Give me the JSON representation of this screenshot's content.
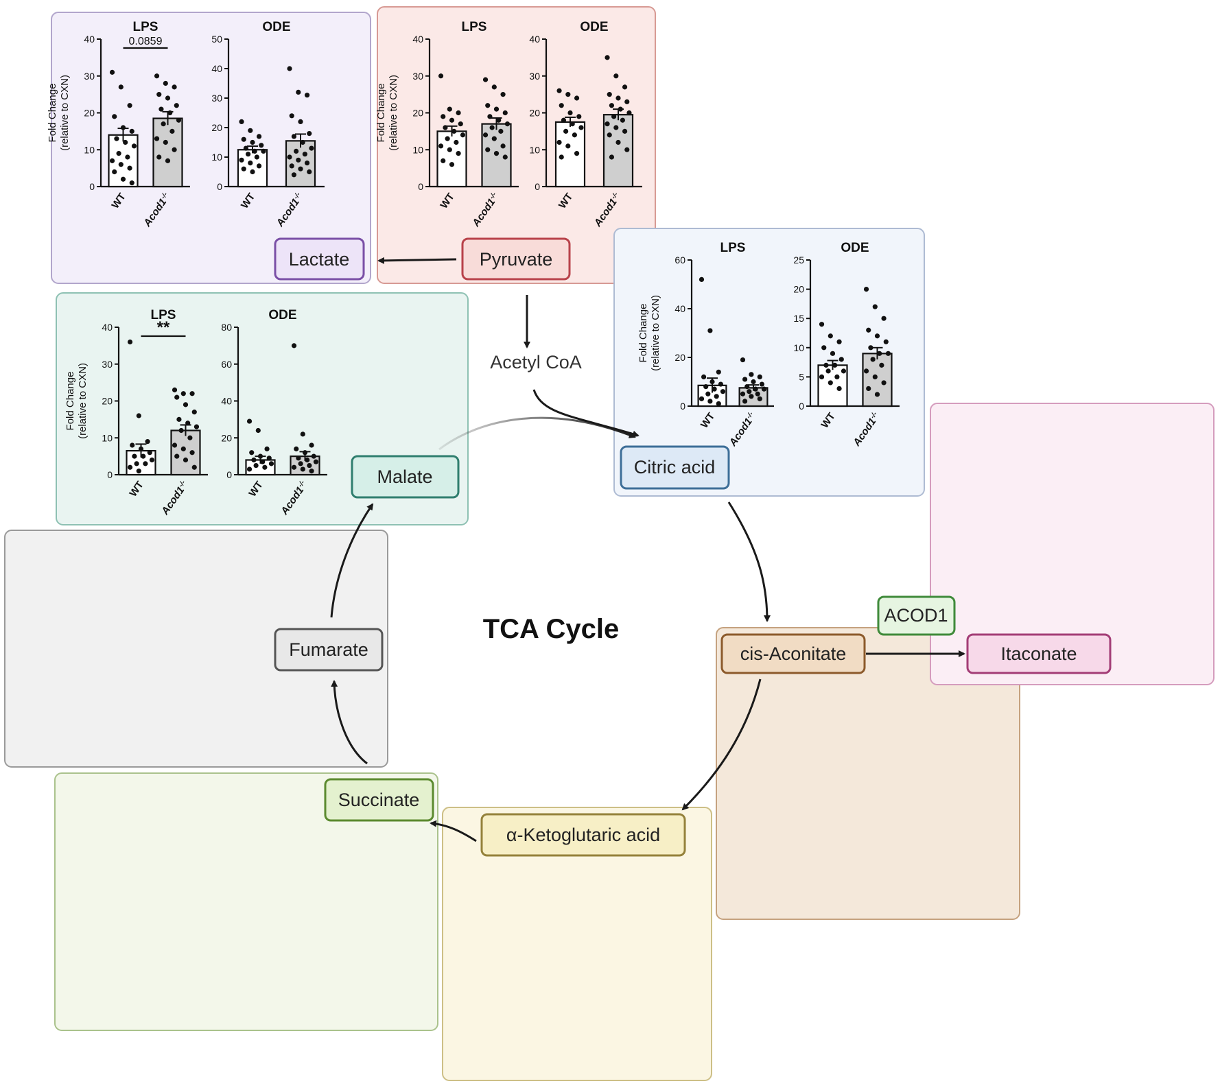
{
  "center_title": "TCA Cycle",
  "arrow_heads": "#1a1a1a",
  "metabolites": [
    {
      "id": "lactate",
      "label": "Lactate",
      "panel_color": "#f3effa",
      "panel_border": "#b2a6cc",
      "box_fill": "#ede4f8",
      "box_border": "#7a4fa6"
    },
    {
      "id": "pyruvate",
      "label": "Pyruvate",
      "panel_color": "#fbe9e7",
      "panel_border": "#d79a94",
      "box_fill": "#f8dcd9",
      "box_border": "#b8424a"
    },
    {
      "id": "acetylcoa",
      "label": "Acetyl CoA"
    },
    {
      "id": "citric",
      "label": "Citric acid",
      "panel_color": "#f1f5fb",
      "panel_border": "#aebbd3",
      "box_fill": "#dde9f6",
      "box_border": "#3d6e98"
    },
    {
      "id": "malate",
      "label": "Malate",
      "panel_color": "#e9f4f1",
      "panel_border": "#8ec1b3",
      "box_fill": "#d6efe8",
      "box_border": "#2f7e6e"
    },
    {
      "id": "fumarate",
      "label": "Fumarate",
      "panel_color": "#f1f1f1",
      "panel_border": "#9a9a9a",
      "box_fill": "#e8e8e8",
      "box_border": "#555555"
    },
    {
      "id": "succinate",
      "label": "Succinate",
      "panel_color": "#f3f7ea",
      "panel_border": "#aac28c",
      "box_fill": "#e4f1cf",
      "box_border": "#5b8a2f"
    },
    {
      "id": "akg",
      "label": "α-Ketoglutaric acid",
      "panel_color": "#fbf6e3",
      "panel_border": "#cdbf86",
      "box_fill": "#f7efc6",
      "box_border": "#94813a"
    },
    {
      "id": "cisaconitate",
      "label": "cis-Aconitate",
      "panel_color": "#f4e8da",
      "panel_border": "#c5a27f",
      "box_fill": "#f1dcc4",
      "box_border": "#8c5a2b"
    },
    {
      "id": "itaconate",
      "label": "Itaconate",
      "panel_color": "#fbeef5",
      "panel_border": "#d59cbd",
      "box_fill": "#f7d9e9",
      "box_border": "#a33d76"
    },
    {
      "id": "acod1",
      "label": "ACOD1",
      "box_fill": "#e6f5e1",
      "box_border": "#3f8a3a"
    }
  ],
  "chart_data": [
    {
      "id": "lactate-lps",
      "type": "bar",
      "title": "LPS",
      "ylabel": "Fold Change\n(relative to CXN)",
      "ylim": [
        0,
        40
      ],
      "yticks": [
        0,
        10,
        20,
        30,
        40
      ],
      "categories": [
        "WT",
        "Acod1-/-"
      ],
      "values": [
        14,
        18.5
      ],
      "sem": [
        1.8,
        1.8
      ],
      "annotation": "0.0859",
      "annotation_kind": "numeric",
      "points": [
        [
          31,
          27,
          22,
          19,
          16,
          15,
          13,
          12,
          11,
          9,
          8,
          7,
          6,
          5,
          4,
          2,
          1
        ],
        [
          30,
          28,
          27,
          25,
          24,
          22,
          21,
          20,
          18,
          17,
          15,
          13,
          12,
          10,
          8,
          7
        ]
      ]
    },
    {
      "id": "lactate-ode",
      "type": "bar",
      "title": "ODE",
      "ylabel": "",
      "ylim": [
        0,
        50
      ],
      "yticks": [
        0,
        10,
        20,
        30,
        40,
        50
      ],
      "categories": [
        "WT",
        "Acod1-/-"
      ],
      "values": [
        12.5,
        15.5
      ],
      "sem": [
        1.2,
        2.3
      ],
      "annotation": "",
      "annotation_kind": "",
      "points": [
        [
          22,
          19,
          17,
          16,
          15,
          14,
          13,
          12,
          12,
          11,
          10,
          9,
          8,
          7,
          6,
          5
        ],
        [
          40,
          32,
          31,
          24,
          22,
          18,
          17,
          15,
          13,
          12,
          11,
          10,
          9,
          8,
          7,
          6,
          5,
          4
        ]
      ]
    },
    {
      "id": "pyruvate-lps",
      "type": "bar",
      "title": "LPS",
      "ylabel": "Fold Change\n(relative to CXN)",
      "ylim": [
        0,
        40
      ],
      "yticks": [
        0,
        10,
        20,
        30,
        40
      ],
      "categories": [
        "WT",
        "Acod1-/-"
      ],
      "values": [
        15,
        17
      ],
      "sem": [
        1.4,
        1.6
      ],
      "annotation": "",
      "annotation_kind": "",
      "points": [
        [
          30,
          21,
          20,
          19,
          18,
          17,
          16,
          15,
          14,
          13,
          12,
          11,
          10,
          9,
          7,
          6
        ],
        [
          29,
          27,
          25,
          22,
          21,
          20,
          19,
          18,
          17,
          16,
          15,
          14,
          13,
          11,
          10,
          9,
          8
        ]
      ]
    },
    {
      "id": "pyruvate-ode",
      "type": "bar",
      "title": "ODE",
      "ylabel": "",
      "ylim": [
        0,
        40
      ],
      "yticks": [
        0,
        10,
        20,
        30,
        40
      ],
      "categories": [
        "WT",
        "Acod1-/-"
      ],
      "values": [
        17.5,
        19.5
      ],
      "sem": [
        1.3,
        1.5
      ],
      "annotation": "",
      "annotation_kind": "",
      "points": [
        [
          26,
          25,
          24,
          22,
          20,
          19,
          18,
          17,
          16,
          15,
          14,
          12,
          11,
          9,
          8
        ],
        [
          35,
          30,
          27,
          25,
          24,
          23,
          22,
          21,
          20,
          19,
          18,
          17,
          16,
          15,
          14,
          12,
          10,
          8
        ]
      ]
    },
    {
      "id": "citric-lps",
      "type": "bar",
      "title": "LPS",
      "ylabel": "Fold Change\n(relative to CXN)",
      "ylim": [
        0,
        60
      ],
      "yticks": [
        0,
        20,
        40,
        60
      ],
      "categories": [
        "WT",
        "Acod1-/-"
      ],
      "values": [
        8.5,
        7.5
      ],
      "sem": [
        3,
        1.2
      ],
      "annotation": "",
      "annotation_kind": "",
      "points": [
        [
          52,
          31,
          14,
          12,
          10,
          9,
          8,
          7,
          6,
          5,
          4,
          3,
          2,
          1
        ],
        [
          19,
          13,
          12,
          11,
          10,
          9,
          8,
          7,
          7,
          6,
          5,
          5,
          4,
          3,
          2
        ]
      ]
    },
    {
      "id": "citric-ode",
      "type": "bar",
      "title": "ODE",
      "ylabel": "",
      "ylim": [
        0,
        25
      ],
      "yticks": [
        0,
        5,
        10,
        15,
        20,
        25
      ],
      "categories": [
        "WT",
        "Acod1-/-"
      ],
      "values": [
        7,
        9
      ],
      "sem": [
        0.8,
        1
      ],
      "annotation": "",
      "annotation_kind": "",
      "points": [
        [
          14,
          12,
          11,
          10,
          9,
          8,
          7,
          7,
          6,
          6,
          5,
          5,
          4,
          3
        ],
        [
          20,
          17,
          15,
          13,
          12,
          11,
          10,
          9,
          9,
          8,
          7,
          6,
          5,
          4,
          3,
          2
        ]
      ]
    },
    {
      "id": "malate-lps",
      "type": "bar",
      "title": "LPS",
      "ylabel": "Fold Change\n(relative to CXN)",
      "ylim": [
        0,
        40
      ],
      "yticks": [
        0,
        10,
        20,
        30,
        40
      ],
      "categories": [
        "WT",
        "Acod1-/-"
      ],
      "values": [
        6.5,
        12
      ],
      "sem": [
        1.8,
        1.5
      ],
      "annotation": "**",
      "annotation_kind": "stars",
      "points": [
        [
          36,
          16,
          9,
          8,
          7,
          6,
          5,
          5,
          4,
          3,
          3,
          2,
          1
        ],
        [
          23,
          22,
          22,
          21,
          19,
          17,
          15,
          14,
          13,
          12,
          10,
          8,
          7,
          6,
          5,
          4,
          2
        ]
      ]
    },
    {
      "id": "malate-ode",
      "type": "bar",
      "title": "ODE",
      "ylabel": "",
      "ylim": [
        0,
        80
      ],
      "yticks": [
        0,
        20,
        40,
        60,
        80
      ],
      "categories": [
        "WT",
        "Acod1-/-"
      ],
      "values": [
        8,
        10
      ],
      "sem": [
        2,
        2.5
      ],
      "annotation": "",
      "annotation_kind": "",
      "points": [
        [
          29,
          24,
          14,
          12,
          10,
          9,
          8,
          7,
          6,
          5,
          4,
          3
        ],
        [
          70,
          22,
          16,
          14,
          12,
          10,
          9,
          8,
          7,
          6,
          5,
          4,
          3,
          2
        ]
      ]
    }
  ]
}
